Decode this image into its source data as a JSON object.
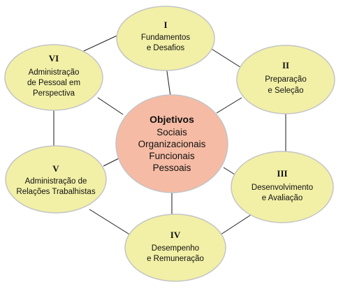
{
  "center": {
    "title": "Objetivos",
    "lines": [
      "Sociais",
      "Organizacionais",
      "Funcionais",
      "Pessoais"
    ]
  },
  "nodes": [
    {
      "numeral": "I",
      "lines": [
        "Fundamentos",
        "e Desafios"
      ]
    },
    {
      "numeral": "II",
      "lines": [
        "Preparação",
        "e Seleção"
      ]
    },
    {
      "numeral": "III",
      "lines": [
        "Desenvolvimento",
        "e Avaliação"
      ]
    },
    {
      "numeral": "IV",
      "lines": [
        "Desempenho",
        "e Remuneração"
      ]
    },
    {
      "numeral": "V",
      "lines": [
        "Administração de",
        "Relações Trabalhistas"
      ]
    },
    {
      "numeral": "VI",
      "lines": [
        "Administração",
        "de Pessoal em",
        "Perspectiva"
      ]
    }
  ],
  "colors": {
    "node_fill": "#f2f0a6",
    "center_fill": "#f6bba4",
    "outline": "#c4c4c4",
    "connector": "#1a1a1a"
  }
}
